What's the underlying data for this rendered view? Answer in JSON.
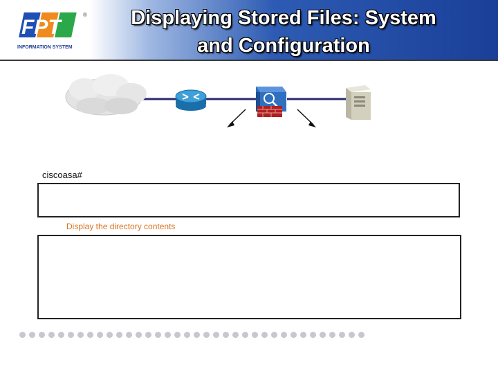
{
  "header": {
    "title_line1": "Displaying Stored Files: System",
    "title_line2": "and Configuration",
    "logo_text": "FPT",
    "logo_subtext": "INFORMATION SYSTEM",
    "logo_mark": "®"
  },
  "diagram": {
    "nodes": [
      "cloud-icon",
      "router-icon",
      "firewall-icon",
      "server-icon"
    ]
  },
  "terminal": {
    "prompt": "ciscoasa#",
    "caption": "Display the directory contents"
  },
  "colors": {
    "header_blue": "#1a3f99",
    "caption_orange": "#d9731f",
    "link_line": "#2a2a6e"
  },
  "pagination": {
    "dot_count": 36
  }
}
